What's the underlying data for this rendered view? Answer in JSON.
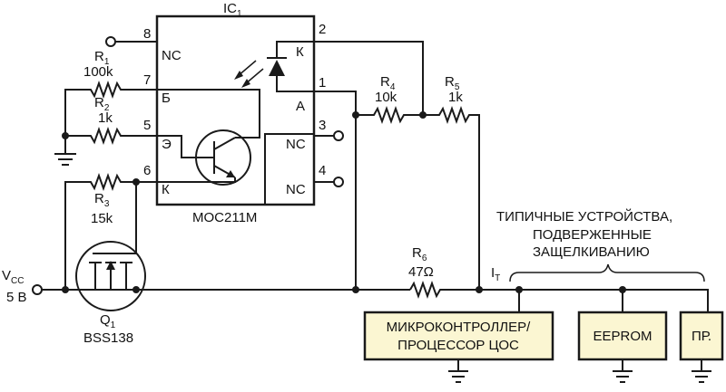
{
  "ic": {
    "name": "IC",
    "sub": "1",
    "part": "MOC211M",
    "pins": {
      "p1": "1",
      "p2": "2",
      "p3": "3",
      "p4": "4",
      "p5": "5",
      "p6": "6",
      "p7": "7",
      "p8": "8"
    },
    "pin_labels": {
      "nc8": "NC",
      "b7": "Б",
      "e5": "Э",
      "k6": "К",
      "k2": "К",
      "a1": "А",
      "nc3": "NC",
      "nc4": "NC"
    }
  },
  "resistors": {
    "r1": {
      "name": "R",
      "sub": "1",
      "value": "100k"
    },
    "r2": {
      "name": "R",
      "sub": "2",
      "value": "1k"
    },
    "r3": {
      "name": "R",
      "sub": "3",
      "value": "15k"
    },
    "r4": {
      "name": "R",
      "sub": "4",
      "value": "10k"
    },
    "r5": {
      "name": "R",
      "sub": "5",
      "value": "1k"
    },
    "r6": {
      "name": "R",
      "sub": "6",
      "value": "47Ω"
    }
  },
  "transistor": {
    "name": "Q",
    "sub": "1",
    "part": "BSS138"
  },
  "supply": {
    "name": "V",
    "sub": "CC",
    "value": "5 В"
  },
  "current": {
    "name": "I",
    "sub": "T"
  },
  "devices": {
    "heading": [
      "ТИПИЧНЫЕ УСТРОЙСТВА,",
      "ПОДВЕРЖЕННЫЕ",
      "ЗАЩЕЛКИВАНИЮ"
    ],
    "mcu": [
      "МИКРОКОНТРОЛЛЕР/",
      "ПРОЦЕССОР ЦОС"
    ],
    "eeprom": "EEPROM",
    "other": "ПР."
  },
  "colors": {
    "box_fill": "#fbf6d2",
    "wire": "#1a1a1a"
  }
}
